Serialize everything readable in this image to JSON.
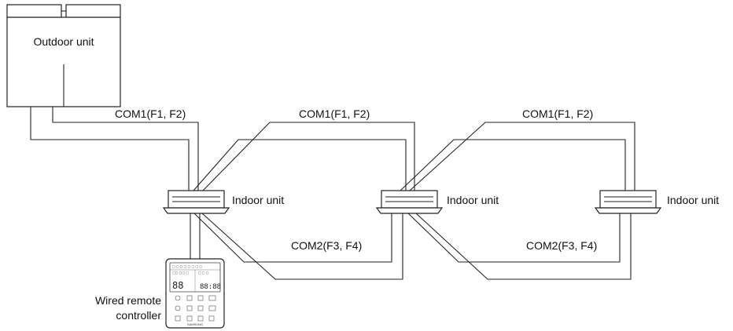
{
  "labels": {
    "outdoor_unit": "Outdoor unit",
    "com1_a": "COM1(F1, F2)",
    "com1_b": "COM1(F1, F2)",
    "com1_c": "COM1(F1, F2)",
    "indoor_1": "Indoor unit",
    "indoor_2": "Indoor unit",
    "indoor_3": "Indoor unit",
    "com2_a": "COM2(F3, F4)",
    "com2_b": "COM2(F3, F4)",
    "remote_line1": "Wired remote",
    "remote_line2": "controller"
  },
  "remote": {
    "display_digits": "88",
    "brand": "SAMSUNG"
  }
}
